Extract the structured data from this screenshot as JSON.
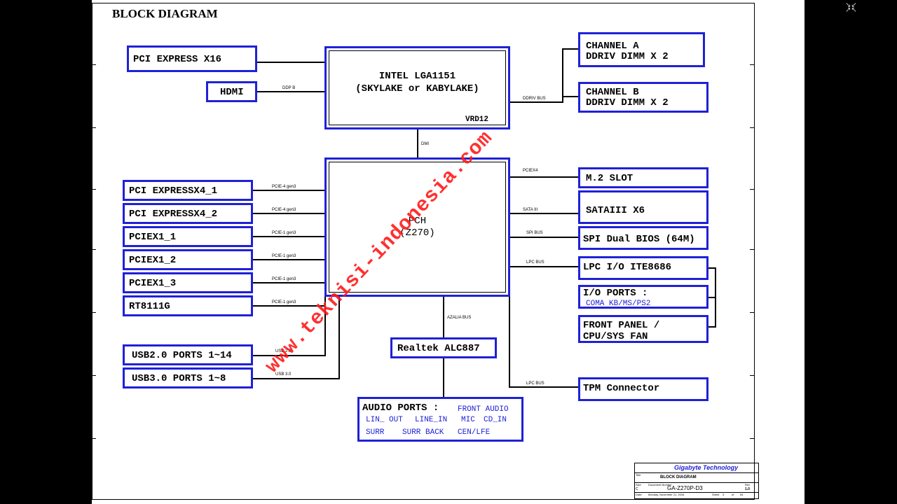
{
  "diagram": {
    "title": "BLOCK DIAGRAM",
    "cpu": {
      "line1": "INTEL LGA1151",
      "line2": "(SKYLAKE or KABYLAKE)",
      "vrd": "VRD12"
    },
    "pch": {
      "line1": "PCH",
      "line2": "(Z270)"
    },
    "left_top": [
      {
        "label": "PCI EXPRESS X16"
      },
      {
        "label": "HDMI",
        "bus": "DDP B"
      }
    ],
    "left_pch": [
      {
        "label": "PCI EXPRESSX4_1",
        "bus": "PCIE-4 gen3"
      },
      {
        "label": "PCI EXPRESSX4_2",
        "bus": "PCIE-4 gen3"
      },
      {
        "label": "PCIEX1_1",
        "bus": "PCIE-1 gen3"
      },
      {
        "label": "PCIEX1_2",
        "bus": "PCIE-1 gen3"
      },
      {
        "label": "PCIEX1_3",
        "bus": "PCIE-1 gen3"
      },
      {
        "label": "RT8111G",
        "bus": "PCIE-1 gen3"
      }
    ],
    "usb": [
      {
        "label": "USB2.0 PORTS 1~14",
        "bus": "USB 2.0"
      },
      {
        "label": "USB3.0 PORTS 1~8",
        "bus": "USB 3.0"
      }
    ],
    "memory": {
      "bus": "DDRIV BUS",
      "a_line1": "CHANNEL A",
      "a_line2": "DDRIV  DIMM X 2",
      "b_line1": "CHANNEL B",
      "b_line2": "DDRIV DIMM X 2"
    },
    "dmi": "DMI",
    "right": {
      "m2": {
        "label": "M.2 SLOT",
        "bus": "PCIEX4"
      },
      "sata": {
        "label": "SATAIII X6",
        "bus": "SATA III"
      },
      "spi": {
        "label": "SPI Dual BIOS (64M)",
        "bus": "SPI BUS"
      },
      "lpc": {
        "label": "LPC I/O ITE8686",
        "bus": "LPC BUS"
      },
      "io": {
        "line1": "I/O PORTS :",
        "line2": "COMA  KB/MS/PS2"
      },
      "front": {
        "line1": "FRONT PANEL /",
        "line2": "CPU/SYS FAN"
      },
      "tpm": {
        "label": "TPM Connector",
        "bus": "LPC BUS"
      }
    },
    "audio": {
      "codec": "Realtek ALC887",
      "bus": "AZALIA BUS",
      "title": "AUDIO PORTS :",
      "front": "FRONT AUDIO",
      "row1": [
        "LIN_ OUT",
        "LINE_IN",
        "MIC",
        "CD_IN"
      ],
      "row2": [
        "SURR",
        "SURR BACK",
        "CEN/LFE"
      ]
    },
    "watermark": "www.teknisi-indonesia.com",
    "title_block": {
      "company": "Gigabyte Technology",
      "title_label": "Title",
      "title": "BLOCK DIAGRAM",
      "size_label": "Size",
      "size": "C",
      "doc_label": "Document Number",
      "doc": "GA-Z270P-D3",
      "rev_label": "Rev",
      "rev": "1.0",
      "date_label": "Date:",
      "date": "Monday, November 21, 2016",
      "sheet_label": "Sheet",
      "sheet": "3",
      "of_label": "of",
      "total": "54"
    }
  },
  "colors": {
    "box_border": "#1f21d6",
    "watermark": "#ff1a1a",
    "frame": "#000000"
  }
}
